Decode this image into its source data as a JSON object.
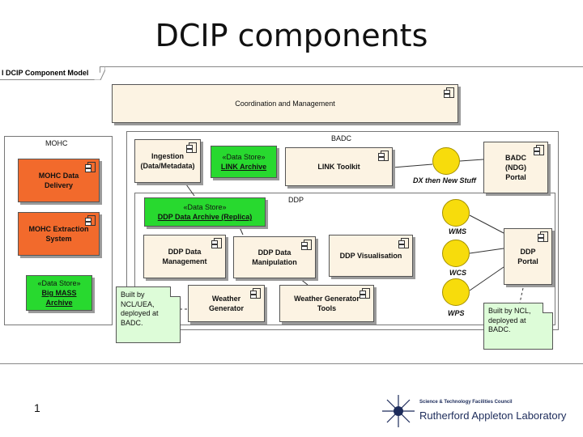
{
  "slide": {
    "title": "DCIP components",
    "page_number": "1"
  },
  "frame": {
    "label": "l DCIP Component Model"
  },
  "coordination": {
    "label": "Coordination and Management"
  },
  "mohc": {
    "label": "MOHC",
    "data_delivery": "MOHC Data Delivery",
    "extraction": "MOHC Extraction System",
    "store_stereo": "«Data Store»",
    "store_name": "Big MASS Archive"
  },
  "badc": {
    "label": "BADC",
    "ingestion": "Ingestion (Data/Metadata)",
    "link_stereo": "«Data Store»",
    "link_archive": "LINK Archive",
    "link_toolkit": "LINK Toolkit",
    "dx_label": "DX then New Stuff",
    "portal": "BADC (NDG) Portal"
  },
  "ddp": {
    "label": "DDP",
    "archive_stereo": "«Data Store»",
    "archive_name": "DDP Data Archive (Replica)",
    "management": "DDP Data Management",
    "manipulation": "DDP Data Manipulation",
    "visualisation": "DDP Visualisation",
    "weather_generator": "Weather Generator",
    "weather_tools": "Weather Generator Tools",
    "portal": "DDP Portal",
    "wms": "WMS",
    "wcs": "WCS",
    "wps": "WPS"
  },
  "notes": {
    "ncl_uea": "Built by NCL/UEA, deployed at BADC.",
    "ncl": "Built by NCL, deployed at BADC."
  },
  "logo": {
    "small": "Science & Technology Facilities Council",
    "big": "Rutherford Appleton Laboratory"
  },
  "colors": {
    "component": "#fcf3e3",
    "mohc": "#f26a2c",
    "data_store": "#28d92f",
    "interface": "#f7dc0c",
    "note": "#ddfcd8"
  }
}
